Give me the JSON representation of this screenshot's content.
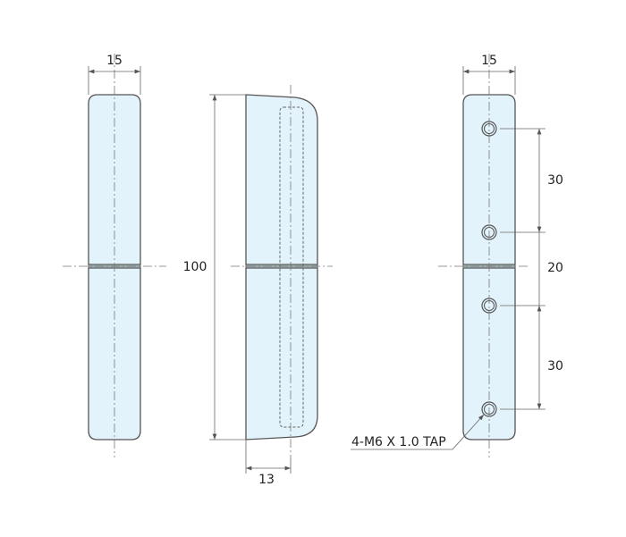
{
  "drawing": {
    "left_view": {
      "width_label": "15"
    },
    "side_view": {
      "height_label": "100",
      "thickness_label": "13"
    },
    "right_view": {
      "width_label": "15",
      "spacing_labels": [
        "30",
        "20",
        "30"
      ],
      "tap_note": "4-M6 X 1.0 TAP"
    },
    "fill_color": "#e3f3fb",
    "outline_color": "#555555"
  }
}
